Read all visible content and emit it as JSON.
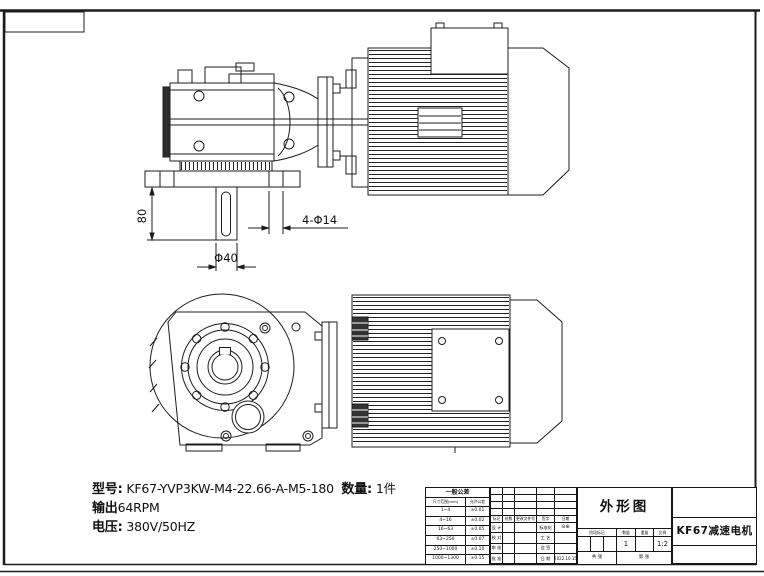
{
  "notes": {
    "line1_label": "型号:",
    "line1_value": "KF67-YVP3KW-M4-22.66-A-M5-180",
    "line1_qty_label": "数量:",
    "line1_qty_value": "1件",
    "line2_label": "输出",
    "line2_value": "64RPM",
    "line3_label": "电压:",
    "line3_value": "380V/50HZ"
  },
  "dimensions": {
    "shaft_length": "80",
    "shaft_diameter": "Φ40",
    "flange_holes": "4-Φ14"
  },
  "tolerance_table": {
    "title": "一般公差",
    "headers": [
      "尺寸范围(mm)",
      "允许公差"
    ],
    "rows": [
      {
        "range": "1~4",
        "tol": "±0.01"
      },
      {
        "range": "4~16",
        "tol": "±0.02"
      },
      {
        "range": "16~63",
        "tol": "±0.05"
      },
      {
        "range": "63~250",
        "tol": "±0.07"
      },
      {
        "range": "250~1000",
        "tol": "±0.10"
      },
      {
        "range": "1000~1300",
        "tol": "±0.15"
      }
    ]
  },
  "title_block": {
    "drawing_title": "外形图",
    "part_name": "KF67减速电机",
    "revision_headers": [
      "标记",
      "处数",
      "更改文件号",
      "签字",
      "日期"
    ],
    "signature_rows": [
      {
        "left": "设 计",
        "right": "标准化"
      },
      {
        "left": "校 对",
        "right": "工 艺"
      },
      {
        "left": "审 核",
        "right": "会 签"
      },
      {
        "left": "批 准",
        "right": "日 期"
      }
    ],
    "date": "2022.10.15",
    "projection_symbol": "⊖⊕",
    "info_headers": [
      "阶段标记",
      "数量",
      "重量",
      "比例"
    ],
    "quantity": "1",
    "scale": "1:2",
    "sheet_total": "共 张",
    "sheet_no": "第 张"
  }
}
